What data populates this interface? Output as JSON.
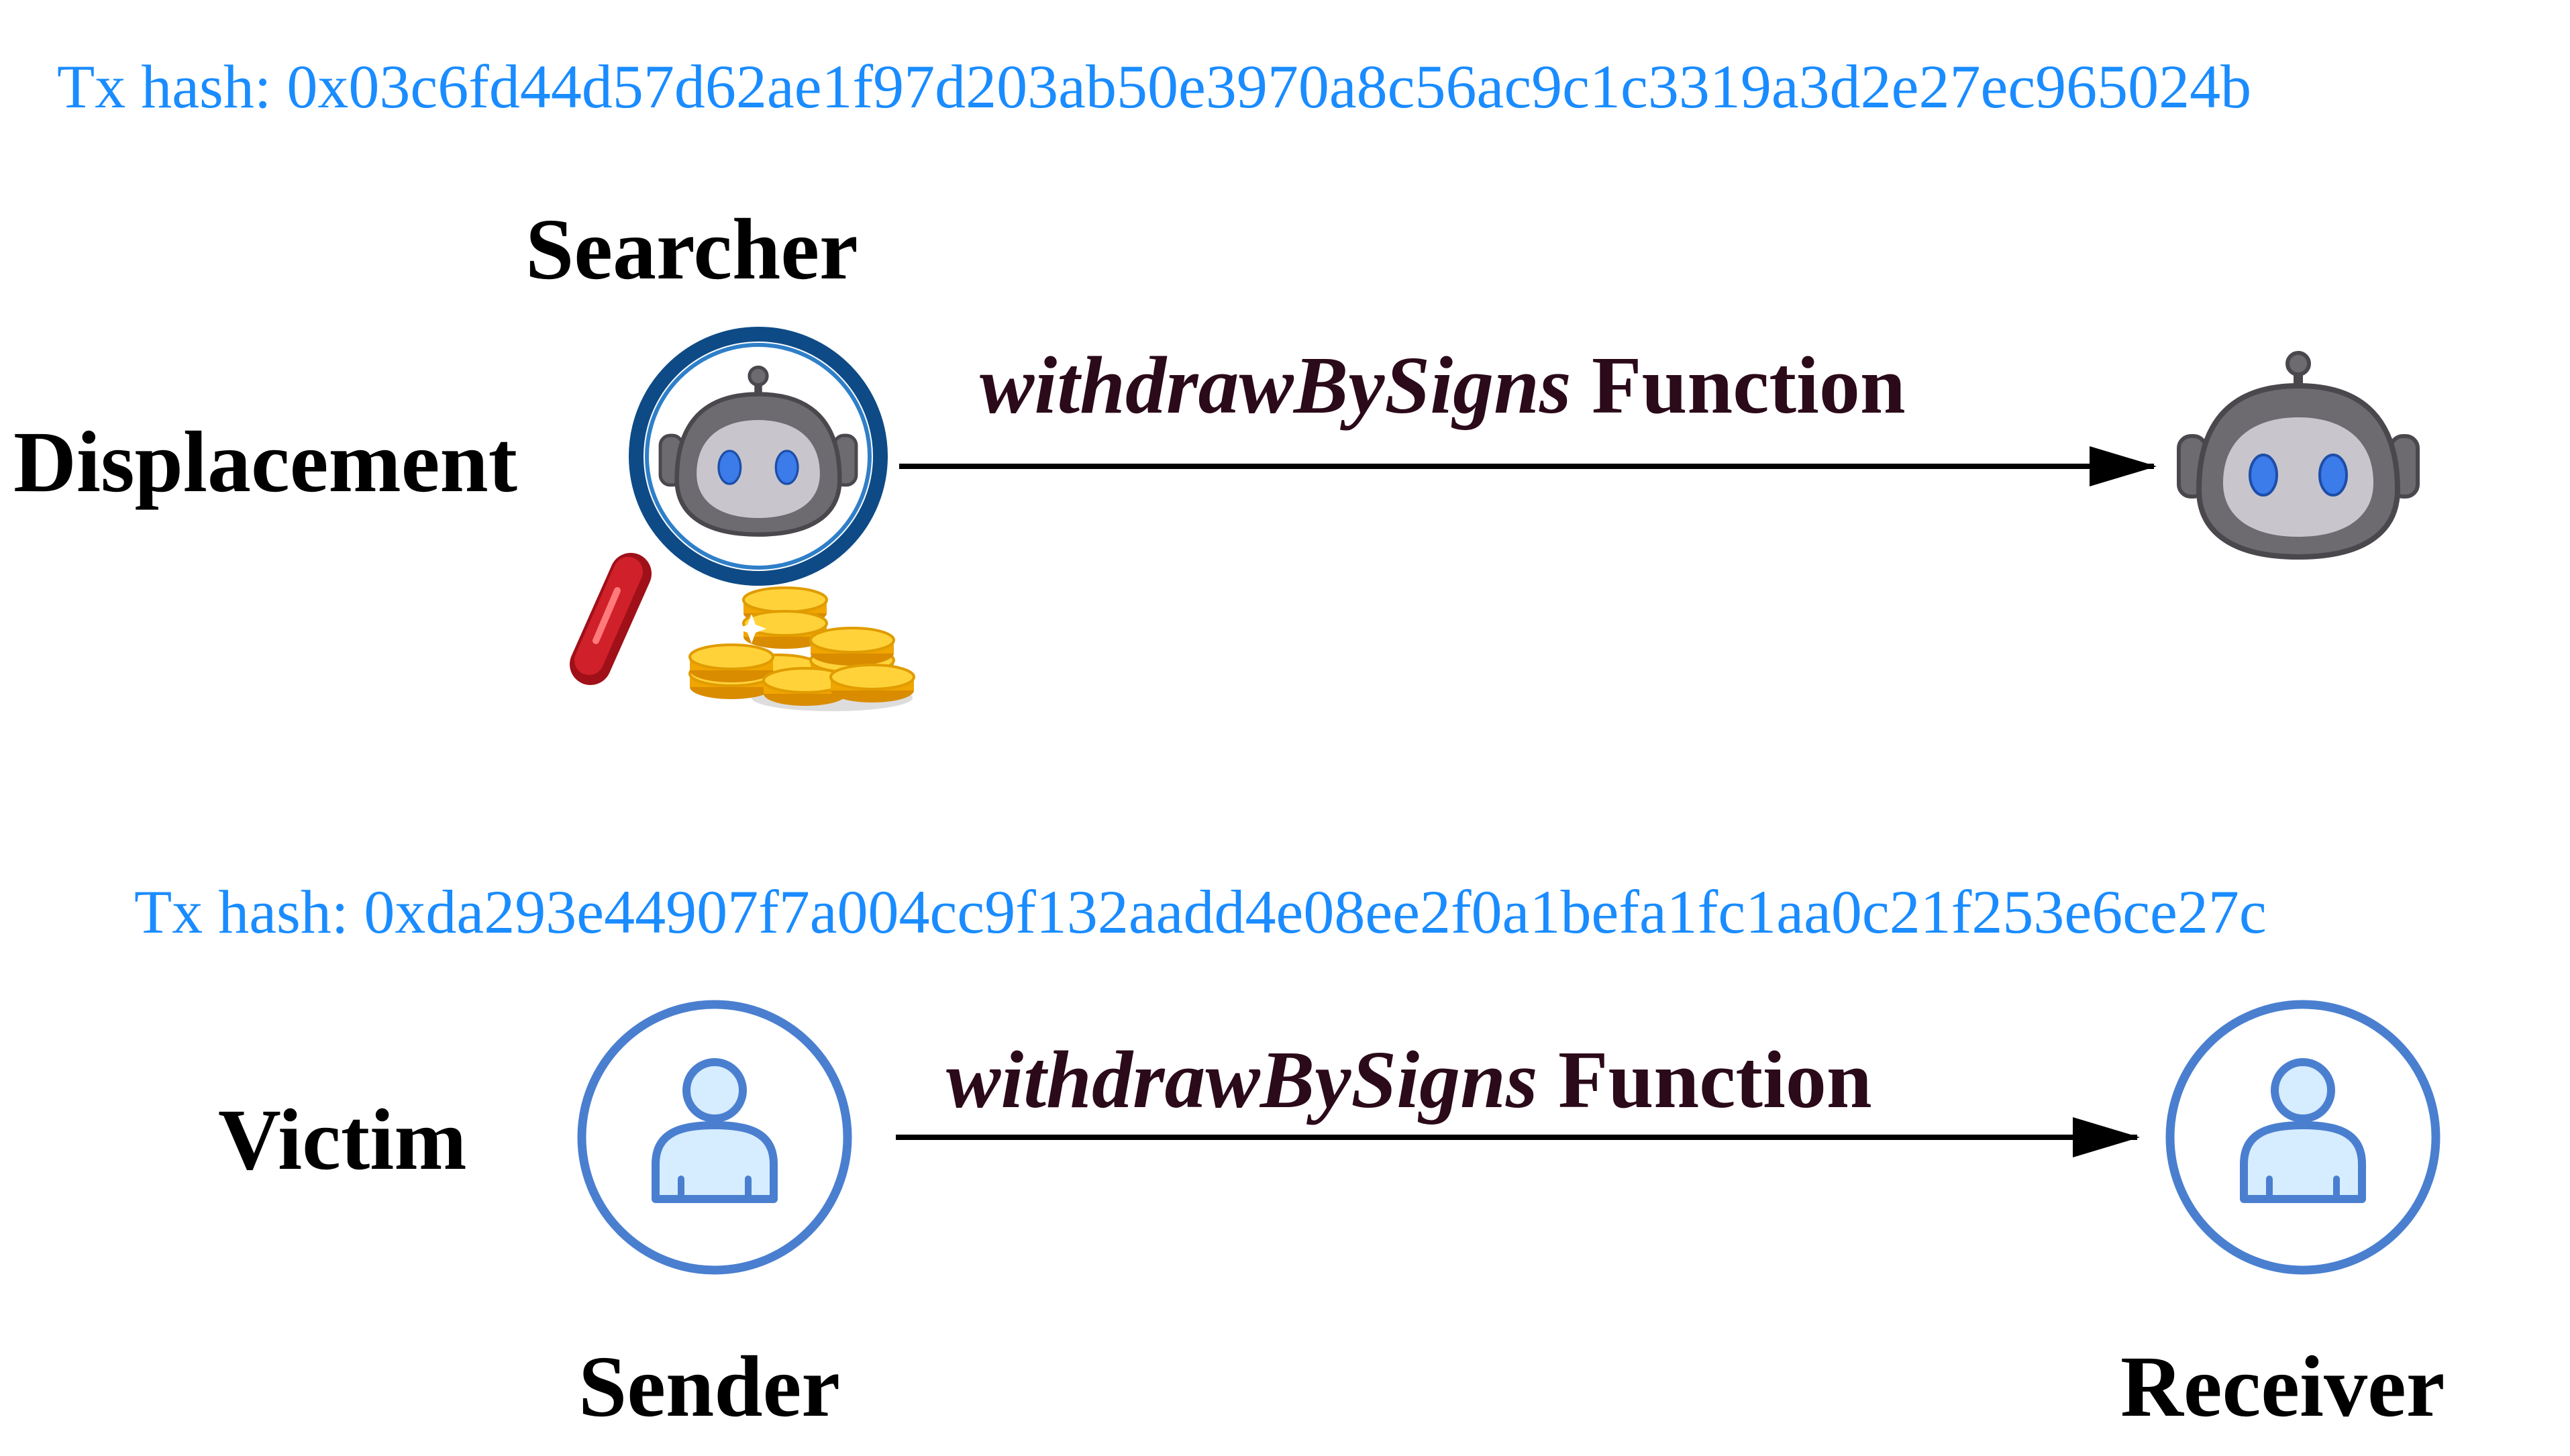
{
  "displacement": {
    "tx_hash": "Tx hash: 0x03c6fd44d57d62ae1f97d203ab50e3970a8c56ac9c1c3319a3d2e27ec965024b",
    "row_label": "Displacement",
    "actor_label": "Searcher",
    "function_name": "withdrawBySigns",
    "function_suffix": " Function",
    "sender_icon": "searcher-bot-magnifier-coins-icon",
    "receiver_icon": "robot-icon"
  },
  "victim": {
    "tx_hash": "Tx hash: 0xda293e44907f7a004cc9f132aadd4e08ee2f0a1befa1fc1aa0c21f253e6ce27c",
    "row_label": "Victim",
    "function_name": "withdrawBySigns",
    "function_suffix": " Function",
    "sender_label": "Sender",
    "receiver_label": "Receiver",
    "sender_icon": "user-icon",
    "receiver_icon": "user-icon"
  },
  "colors": {
    "tx_hash": "#1a8cff",
    "function_text": "#2b0a1a",
    "user_ring": "#4a7fd0",
    "user_fill": "#d6ecff",
    "robot_body": "#6d6a70",
    "robot_face": "#c8c6cc",
    "robot_eye": "#3b7bea",
    "magnifier_ring": "#0e4a86",
    "magnifier_handle": "#d0202a",
    "coin": "#f7b80e"
  }
}
